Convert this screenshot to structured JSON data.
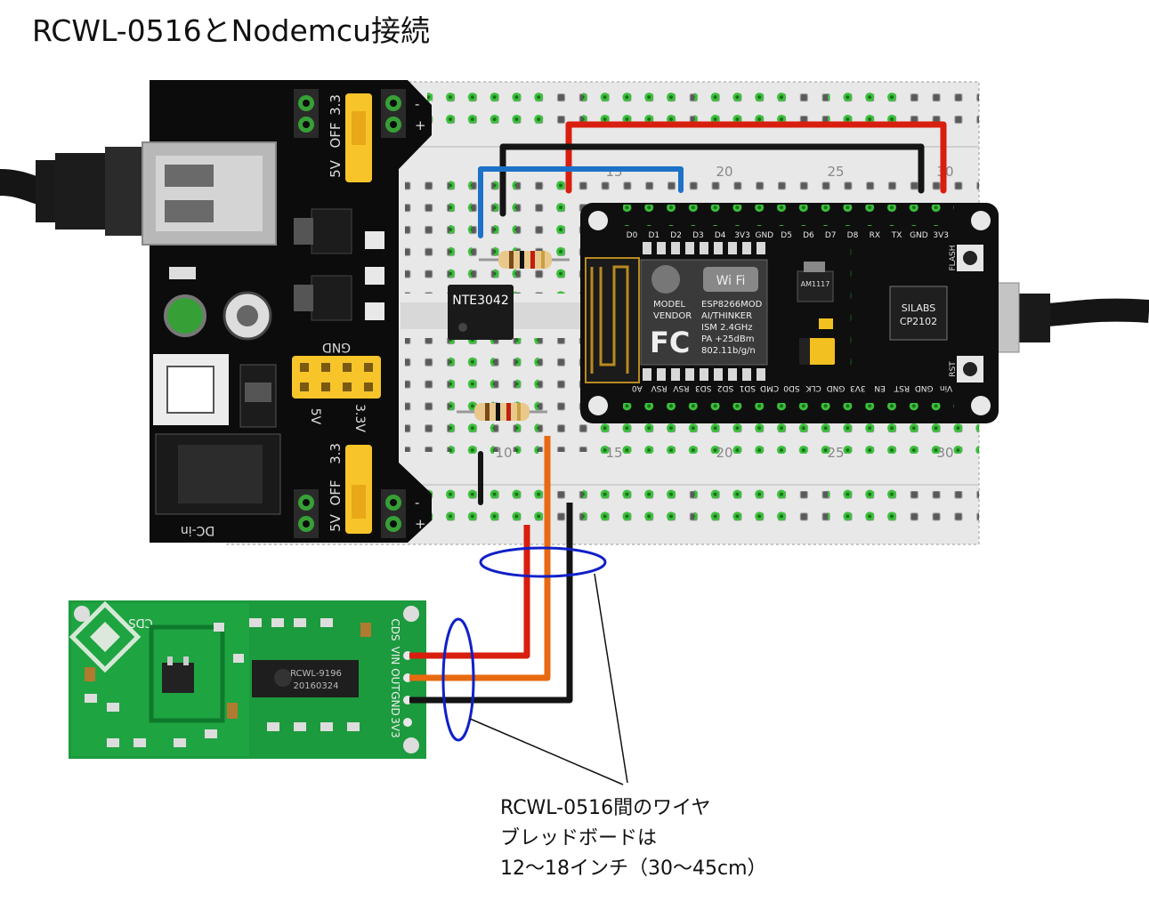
{
  "title": "RCWL-0516とNodemcu接続",
  "note": {
    "line1": "RCWL-0516間のワイヤ",
    "line2": "ブレッドボードは",
    "line3": "12～18インチ（30～45cm）"
  },
  "breadboard": {
    "column_numbers_top": [
      "15",
      "20",
      "25",
      "30"
    ],
    "column_numbers_bottom": [
      "10",
      "15",
      "20",
      "25",
      "30"
    ]
  },
  "power_module": {
    "jumper_top": [
      "3.3",
      "OFF",
      "5V"
    ],
    "jumper_bottom": [
      "3.3",
      "OFF",
      "5V"
    ],
    "rail_signs": [
      "-",
      "+"
    ],
    "gnd_label": "GND",
    "header_labels": [
      "5V",
      "3.3V"
    ],
    "dc_label": "DC-in"
  },
  "ic": {
    "label": "NTE3042"
  },
  "nodemcu": {
    "top_pins": [
      "D0",
      "D1",
      "D2",
      "D3",
      "D4",
      "3V3",
      "GND",
      "D5",
      "D6",
      "D7",
      "D8",
      "RX",
      "TX",
      "GND",
      "3V3"
    ],
    "bottom_pins": [
      "Vin",
      "GND",
      "RST",
      "EN",
      "3V3",
      "GND",
      "CLK",
      "SD0",
      "CMD",
      "SD1",
      "SD2",
      "SD3",
      "RSV",
      "RSV",
      "A0"
    ],
    "module_lines": [
      "MODEL",
      "VENDOR",
      "ESP8266MOD",
      "AI/THINKER",
      "ISM 2.4GHz",
      "PA +25dBm",
      "802.11b/g/n"
    ],
    "fc_mark": "FC",
    "wifi_mark": "Wi Fi",
    "regulator": "AM1117",
    "usb_chip": [
      "SILABS",
      "CP2102"
    ],
    "flash_label": "FLASH",
    "rst_label": "RST"
  },
  "rcwl": {
    "cds_label": "CDS",
    "pin_labels": [
      "CDS",
      "VIN",
      "OUT",
      "GND",
      "3V3"
    ],
    "chip_lines": [
      "RCWL-9196",
      "20160324"
    ]
  },
  "colors": {
    "wire_red": "#d81e0e",
    "wire_black": "#141414",
    "wire_blue": "#1d72c8",
    "wire_orange": "#e86a10",
    "ellipse_blue": "#1020c8",
    "pcb_green": "#1c9a3e",
    "board_black": "#0c0c0c",
    "breadboard_gray": "#e8e8e8",
    "jumper_yellow": "#f7c42a"
  }
}
